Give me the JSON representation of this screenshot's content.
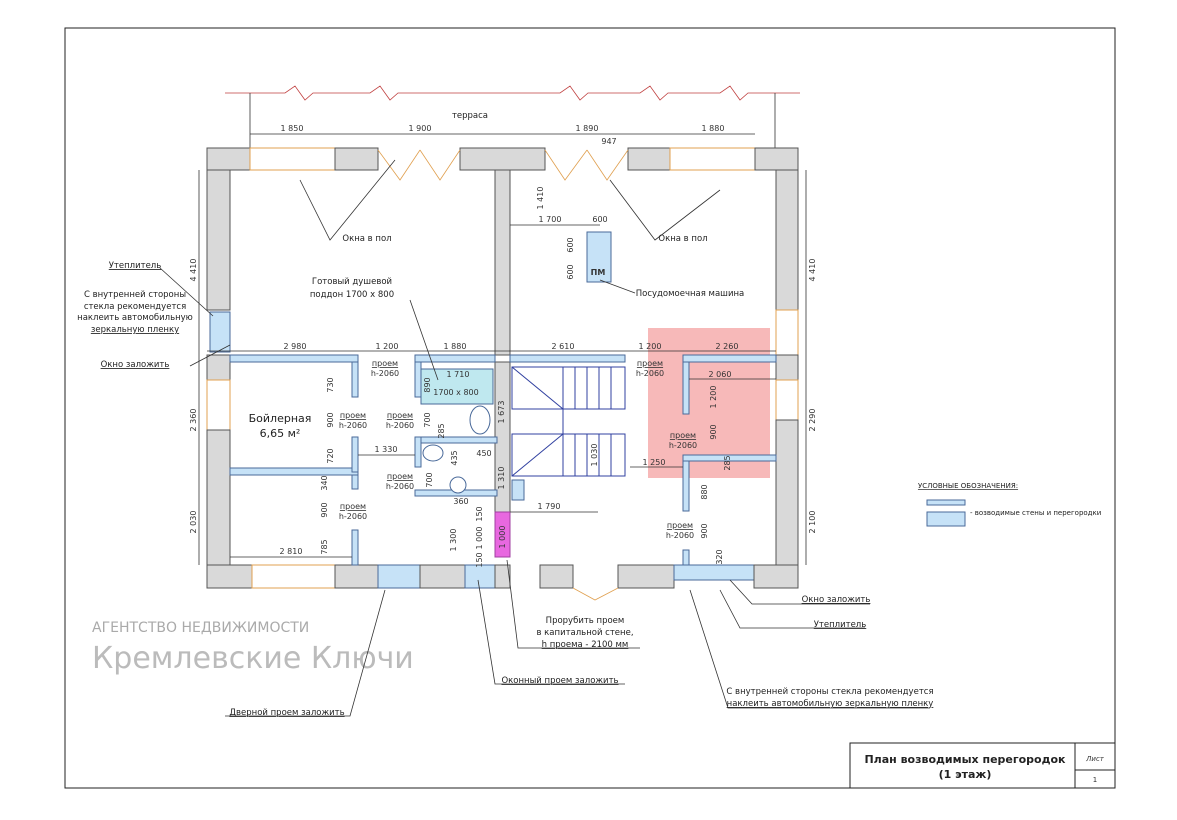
{
  "title_block": {
    "title": "План возводимых перегородок",
    "subtitle": "(1 этаж)",
    "sheet_label": "Лист",
    "sheet_number": "1"
  },
  "terrace": "терраса",
  "rooms": {
    "boiler_name": "Бойлерная",
    "boiler_area": "6,65 м²"
  },
  "annotations": {
    "floor_windows_left": "Окна в пол",
    "floor_windows_right": "Окна в пол",
    "shower_1": "Готовый душевой",
    "shower_2": "поддон 1700 х 800",
    "dishwasher": "Посудомоечная машина",
    "dishwasher_tag": "ПМ",
    "insulation_left": "Утеплитель",
    "film_left": [
      "С внутренней стороны",
      "стекла рекомендуется",
      "наклеить автомобильную",
      "зеркальную пленку"
    ],
    "window_block_left": "Окно заложить",
    "cut_opening": [
      "Прорубить проем",
      "в капитальной стене,",
      "h проема - 2100 мм"
    ],
    "window_opening_block": "Оконный проем заложить",
    "door_opening_block": "Дверной проем заложить",
    "window_block_right": "Окно заложить",
    "insulation_right": "Утеплитель",
    "film_right": [
      "С внутренней стороны стекла рекомендуется",
      "наклеить автомобильную зеркальную пленку"
    ]
  },
  "opening": {
    "label": "проем",
    "height": "h-2060"
  },
  "legend": {
    "title": "УСЛОВНЫЕ ОБОЗНАЧЕНИЯ:",
    "item": "- возводимые стены и перегородки"
  },
  "watermark": {
    "line1": "АГЕНТСТВО НЕДВИЖИМОСТИ",
    "line2": "Кремлевские Ключи"
  },
  "dims": [
    "1 850",
    "1 900",
    "1 890",
    "1 880",
    "947",
    "1 700",
    "600",
    "1 410",
    "600",
    "600",
    "4 410",
    "4 410",
    "2 980",
    "1 200",
    "1 880",
    "2 610",
    "1 200",
    "2 260",
    "2 360",
    "2 030",
    "2 290",
    "2 100",
    "730",
    "900",
    "720",
    "340",
    "900",
    "785",
    "2 810",
    "1 330",
    "1 710",
    "1700 х 800",
    "890",
    "700",
    "1 673",
    "2 060",
    "1 200",
    "900",
    "285",
    "1 250",
    "1 030",
    "1 790",
    "880",
    "900",
    "320",
    "450",
    "435",
    "1 310",
    "360",
    "1 300",
    "150",
    "1 000",
    "150",
    "1 000",
    "700",
    "285"
  ],
  "colors": {
    "partition": "#c6e2f7",
    "wall": "#d9d9d9",
    "new_opening": "#e868e0",
    "watermark": "#f08080"
  }
}
